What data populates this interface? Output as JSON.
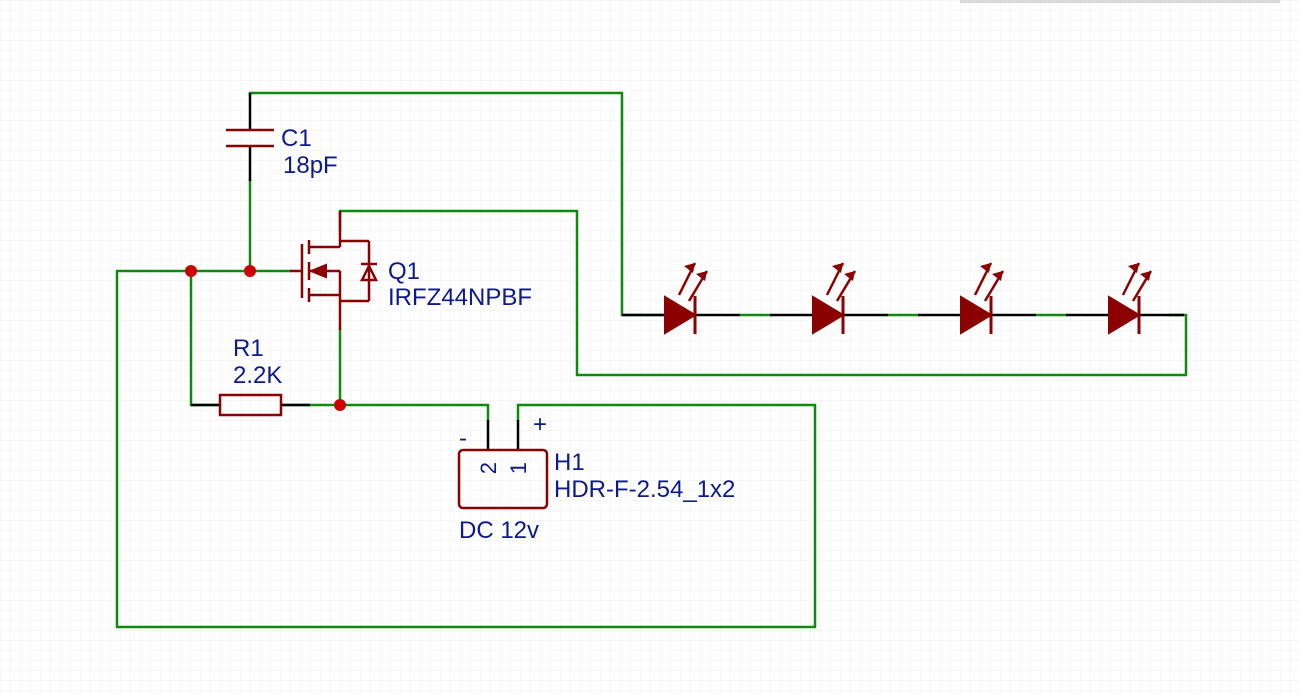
{
  "components": {
    "c1": {
      "ref": "C1",
      "value": "18pF"
    },
    "q1": {
      "ref": "Q1",
      "value": "IRFZ44NPBF"
    },
    "r1": {
      "ref": "R1",
      "value": "2.2K"
    },
    "h1": {
      "ref": "H1",
      "value": "HDR-F-2.54_1x2",
      "note": "DC 12v",
      "pin_minus": "-",
      "pin_plus": "+",
      "pin1": "1",
      "pin2": "2"
    }
  },
  "leds": [
    {
      "id": "led-1"
    },
    {
      "id": "led-2"
    },
    {
      "id": "led-3"
    },
    {
      "id": "led-4"
    }
  ],
  "colors": {
    "wire": "#0f8a0f",
    "symbol": "#8b0000",
    "label": "#0b1a8c",
    "junction": "#cc0000",
    "grid": "#e6e6e6"
  }
}
